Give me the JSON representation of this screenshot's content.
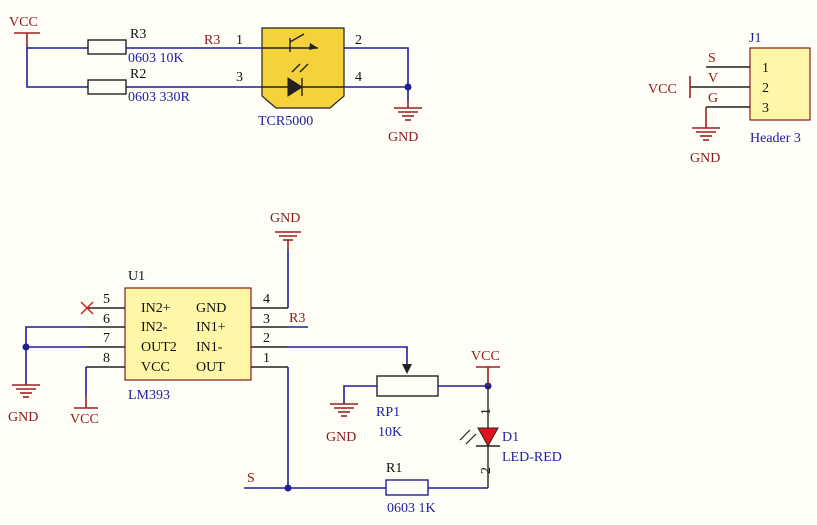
{
  "net": {
    "vcc": "VCC",
    "gnd": "GND",
    "r3": "R3",
    "s": "S"
  },
  "r3": {
    "ref": "R3",
    "value": "0603 10K"
  },
  "r2": {
    "ref": "R2",
    "value": "0603 330R"
  },
  "r1": {
    "ref": "R1",
    "value": "0603 1K"
  },
  "rp1": {
    "ref": "RP1",
    "value": "10K"
  },
  "d1": {
    "ref": "D1",
    "value": "LED-RED",
    "pin1": "1",
    "pin2": "2"
  },
  "tcr": {
    "name": "TCR5000",
    "p1": "1",
    "p2": "2",
    "p3": "3",
    "p4": "4"
  },
  "j1": {
    "ref": "J1",
    "name": "Header 3",
    "pins": [
      "1",
      "2",
      "3"
    ],
    "labels": [
      "S",
      "V",
      "G"
    ]
  },
  "u1": {
    "ref": "U1",
    "name": "LM393",
    "left_pins": [
      "5",
      "6",
      "7",
      "8"
    ],
    "left_labels": [
      "IN2+",
      "IN2-",
      "OUT2",
      "VCC"
    ],
    "right_pins": [
      "4",
      "3",
      "2",
      "1"
    ],
    "right_labels": [
      "GND",
      "IN1+",
      "IN1-",
      "OUT"
    ]
  },
  "colors": {
    "wire": "#1f1f9a",
    "power": "#9a2222",
    "component_fill": "#fff7a8",
    "sensor_fill": "#f4d23c",
    "led": "#e0141c"
  }
}
